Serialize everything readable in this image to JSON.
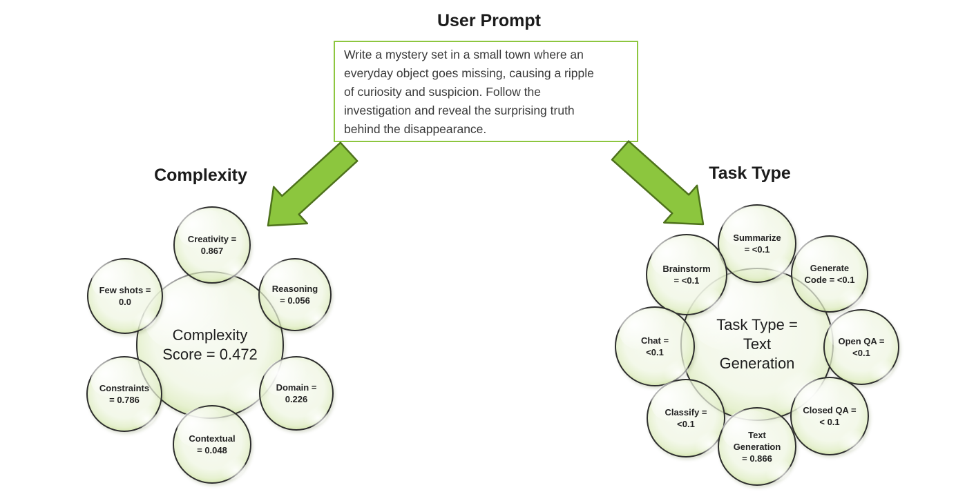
{
  "prompt": {
    "title": "User Prompt",
    "text": "Write a mystery set in a small town where an\neveryday object goes missing, causing a ripple\nof curiosity and suspicion. Follow the\ninvestigation and reveal the surprising truth\nbehind the disappearance.",
    "border_color": "#8dc63f"
  },
  "arrows": {
    "fill": "#8cc63e",
    "stroke": "#4e721c"
  },
  "complexity": {
    "title": "Complexity",
    "center": {
      "name": "Complexity Score",
      "value": 0.472,
      "display": "Complexity\nScore = 0.472"
    },
    "bubbles": [
      {
        "name": "Creativity",
        "value": 0.867,
        "display": "Creativity =\n0.867"
      },
      {
        "name": "Few shots",
        "value": 0.0,
        "display": "Few shots =\n0.0"
      },
      {
        "name": "Reasoning",
        "value": 0.056,
        "display": "Reasoning\n= 0.056"
      },
      {
        "name": "Constraints",
        "value": 0.786,
        "display": "Constraints\n= 0.786"
      },
      {
        "name": "Domain",
        "value": 0.226,
        "display": "Domain =\n0.226"
      },
      {
        "name": "Contextual",
        "value": 0.048,
        "display": "Contextual\n= 0.048"
      }
    ]
  },
  "task_type": {
    "title": "Task Type",
    "center": {
      "name": "Task Type",
      "value": "Text Generation",
      "display": "Task Type =\nText\nGeneration"
    },
    "bubbles": [
      {
        "name": "Summarize",
        "value": "<0.1",
        "display": "Summarize\n= <0.1"
      },
      {
        "name": "Brainstorm",
        "value": "<0.1",
        "display": "Brainstorm\n= <0.1"
      },
      {
        "name": "Generate Code",
        "value": "<0.1",
        "display": "Generate\nCode = <0.1"
      },
      {
        "name": "Chat",
        "value": "<0.1",
        "display": "Chat =\n<0.1"
      },
      {
        "name": "Open QA",
        "value": "<0.1",
        "display": "Open QA =\n<0.1"
      },
      {
        "name": "Classify",
        "value": "<0.1",
        "display": "Classify =\n<0.1"
      },
      {
        "name": "Closed QA",
        "value": "< 0.1",
        "display": "Closed QA =\n< 0.1"
      },
      {
        "name": "Text Generation",
        "value": 0.866,
        "display": "Text\nGeneration\n= 0.866"
      }
    ]
  }
}
